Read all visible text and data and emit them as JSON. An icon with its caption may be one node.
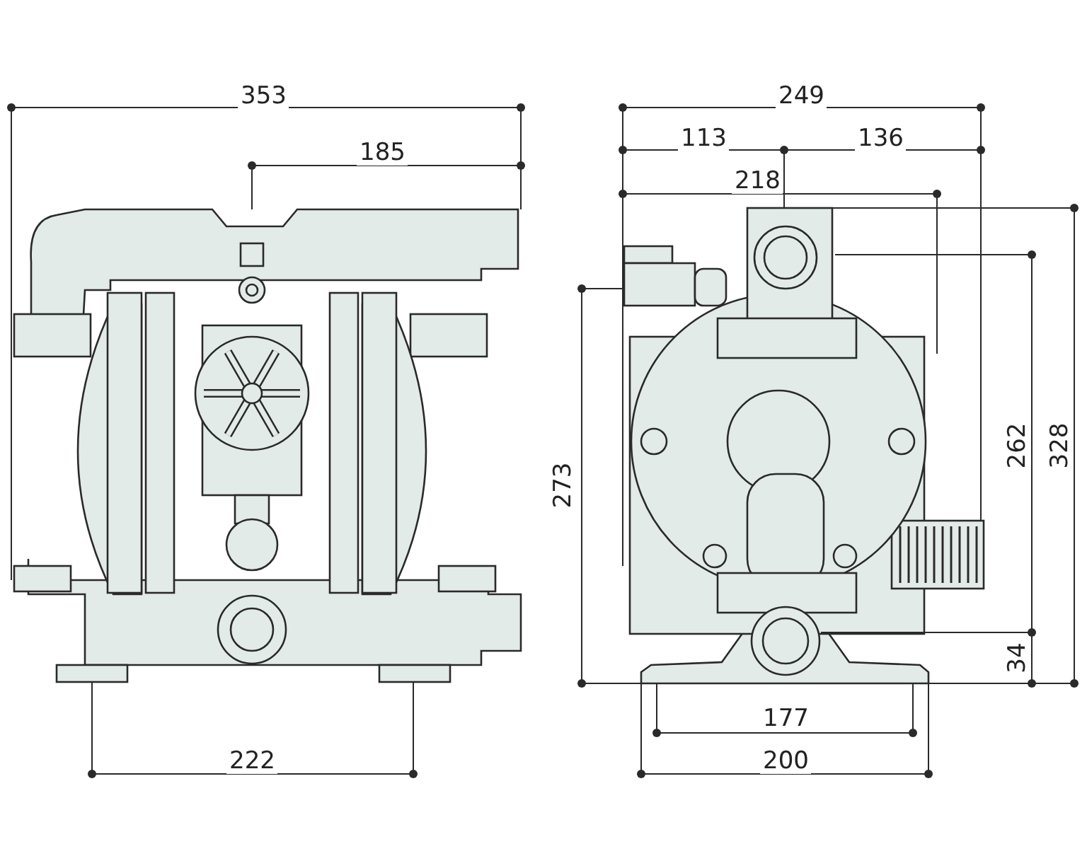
{
  "diagram": {
    "labels": [
      "353",
      "249",
      "185",
      "113",
      "136",
      "218",
      "273",
      "262",
      "328",
      "34",
      "222",
      "177",
      "200"
    ]
  }
}
